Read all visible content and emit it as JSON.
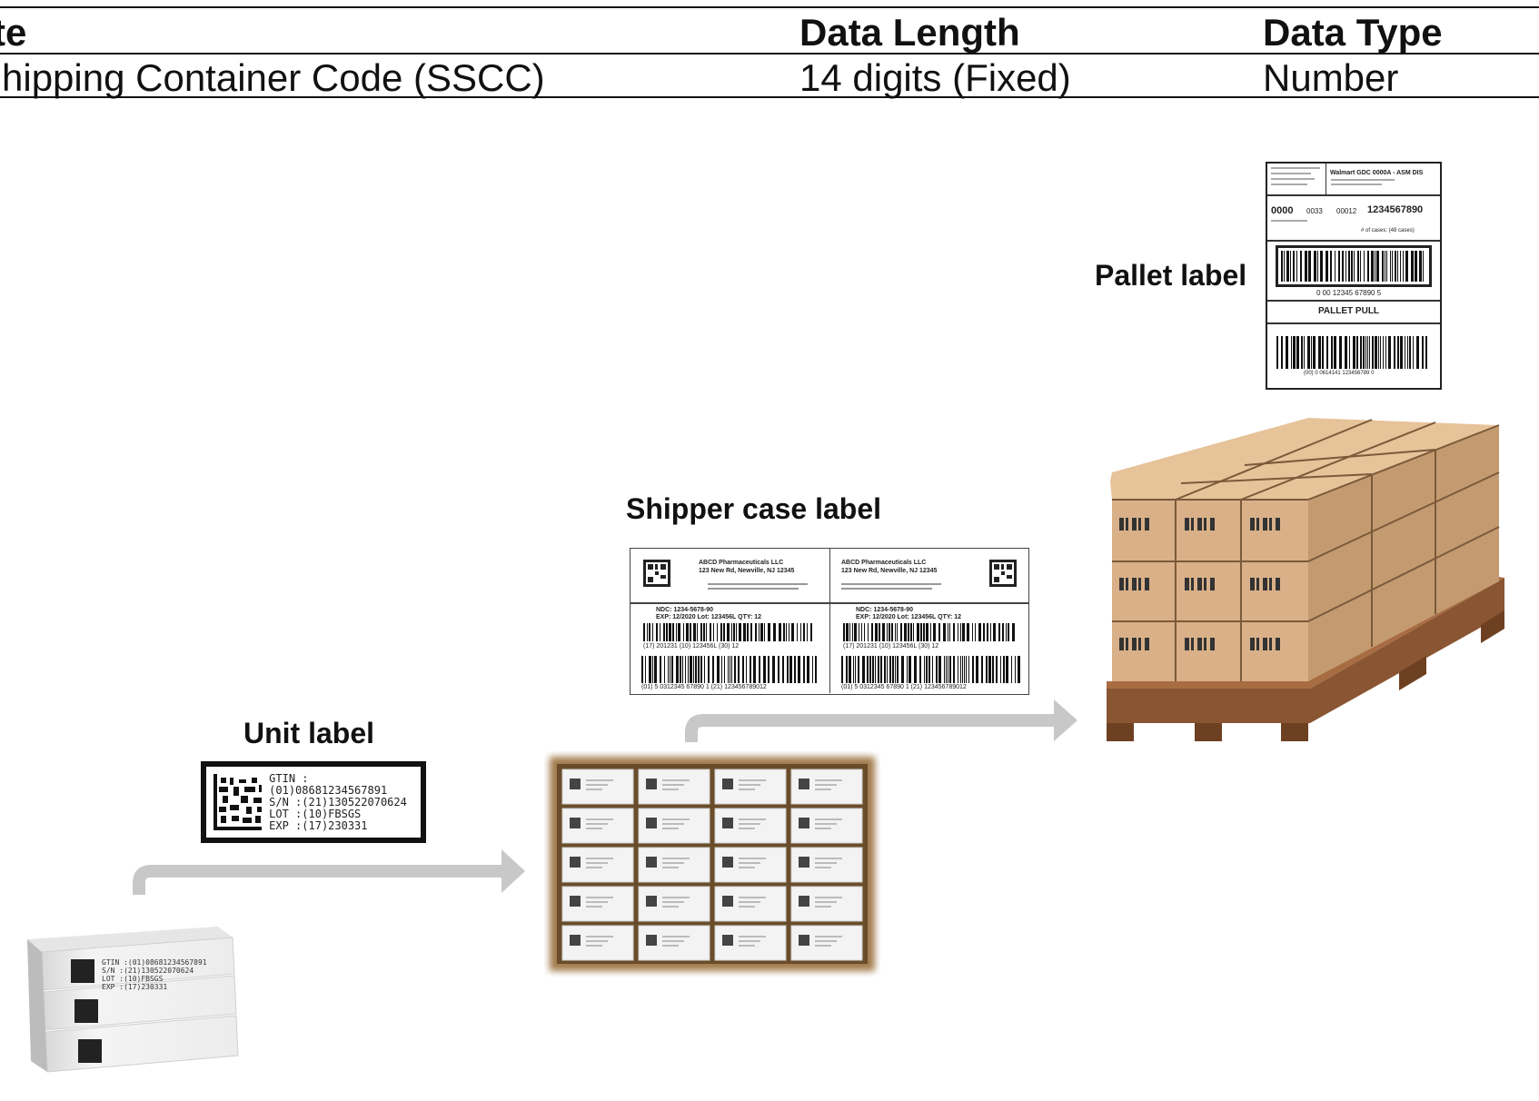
{
  "table": {
    "headers": [
      "te",
      "Data Length",
      "Data Type"
    ],
    "row": [
      "Shipping Container Code (SSCC)",
      "14 digits (Fixed)",
      "Number"
    ]
  },
  "captions": {
    "unit": "Unit label",
    "shipper": "Shipper case label",
    "pallet": "Pallet label"
  },
  "unit_label": {
    "lines": [
      "GTIN :(01)08681234567891",
      "S/N  :(21)130522070624",
      "LOT  :(10)FBSGS",
      "EXP  :(17)230331"
    ]
  },
  "unit_box": {
    "lines": [
      "GTIN :(01)08681234567891",
      "S/N :(21)130522070624",
      "LOT :(10)FBSGS",
      "EXP :(17)230331"
    ]
  },
  "case_label": {
    "company": "ABCD Pharmaceuticals LLC",
    "address": "123 New Rd, Newville, NJ 12345",
    "ndc": "NDC: 1234-5678-90",
    "exp_lot_qty": "EXP: 12/2020 Lot: 123456L QTY: 12",
    "hri1": "(17) 201231 (10) 123456L (30) 12",
    "hri2": "(01) 5 0312345 67890 1 (21) 123456789012"
  },
  "pallet_label": {
    "ship_to": "Walmart GDC 0000A - ASM DIS",
    "store": "0000",
    "type": "0033",
    "dept": "00012",
    "order": "1234567890",
    "cases": "# of cases: (48 cases)",
    "upc_hri": "0 00 12345 67890 5",
    "pull": "PALLET PULL",
    "sscc_hri": "(00) 0 0614141 123456789 0"
  },
  "colors": {
    "arrow": "#c8c8c8",
    "cardboard_top": "#e7c39a",
    "cardboard_front": "#d9b088",
    "cardboard_side": "#c49a70",
    "pallet_wood": "#8a5532",
    "open_box_inner": "#6a4c2a"
  }
}
